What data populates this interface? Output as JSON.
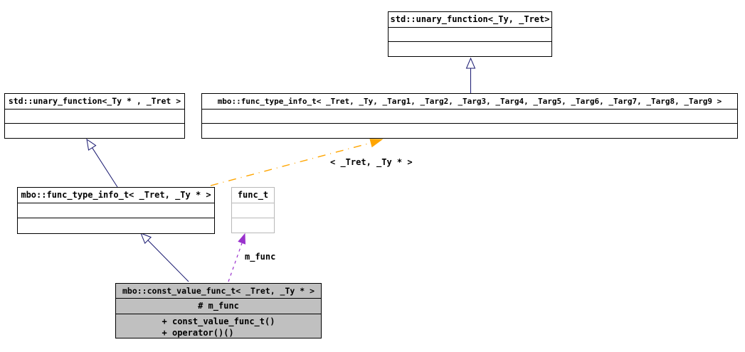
{
  "colors": {
    "background": "#ffffff",
    "text": "#000000",
    "box_border": "#000000",
    "faded_border": "#b8b8b8",
    "highlight_fill": "#c0c0c0",
    "inheritance_arrow": "#191970",
    "template_arrow": "#ffa500",
    "usage_arrow": "#9a32cd"
  },
  "classes": [
    {
      "title": "std::unary_function<_Ty, _Tret>"
    },
    {
      "title": "std::unary_function<_Ty * , _Tret >"
    },
    {
      "title": "mbo::func_type_info_t< _Tret, _Ty, _Targ1, _Targ2, _Targ3, _Targ4, _Targ5, _Targ6, _Targ7, _Targ8, _Targ9 >"
    },
    {
      "title": "mbo::func_type_info_t< _Tret, _Ty * >"
    },
    {
      "title": "func_t"
    },
    {
      "title": "mbo::const_value_func_t< _Tret, _Ty * >",
      "attributes": [
        "# m_func"
      ],
      "methods": [
        "+ const_value_func_t()",
        "+ operator()()"
      ]
    }
  ],
  "edge_labels": {
    "template_instantiation": "< _Tret, _Ty * >",
    "usage": "m_func"
  }
}
